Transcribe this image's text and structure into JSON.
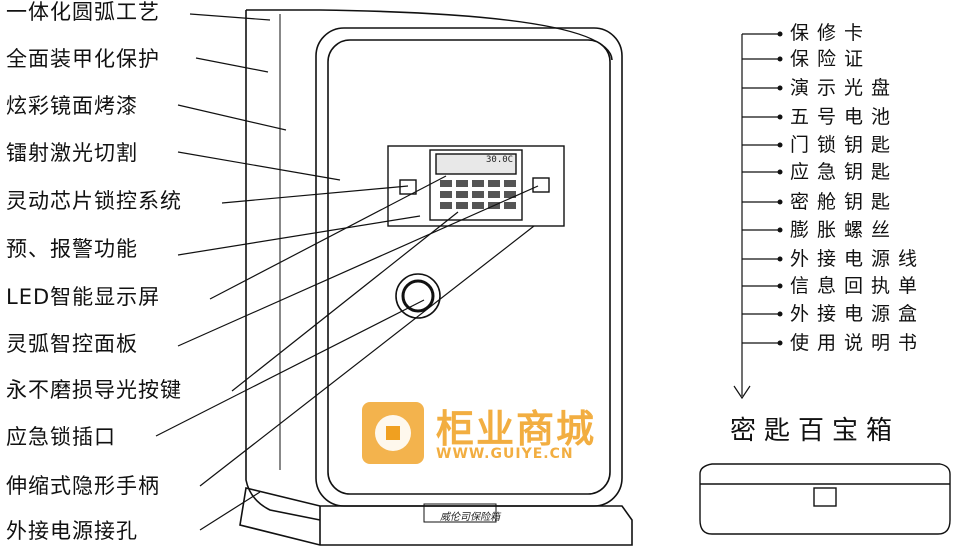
{
  "labels": [
    "一体化圆弧工艺",
    "全面装甲化保护",
    "炫彩镜面烤漆",
    "镭射激光切割",
    "灵动芯片锁控系统",
    "预、报警功能",
    "LED智能显示屏",
    "灵弧智控面板",
    "永不磨损导光按键",
    "应急锁插口",
    "伸缩式隐形手柄",
    "外接电源接孔"
  ],
  "accessories": [
    "保修卡",
    "保险证",
    "演示光盘",
    "五号电池",
    "门锁钥匙",
    "应急钥匙",
    "密舱钥匙",
    "膨胀螺丝",
    "外接电源线",
    "信息回执单",
    "外接电源盒",
    "使用说明书"
  ],
  "box_title": "密匙百宝箱",
  "watermark": {
    "name": "柜业商城",
    "url": "WWW.GUIYE.CN",
    "color": "#f0a020"
  },
  "safe_brand": "威伦司保险箱",
  "lcd_text": "30.0C"
}
